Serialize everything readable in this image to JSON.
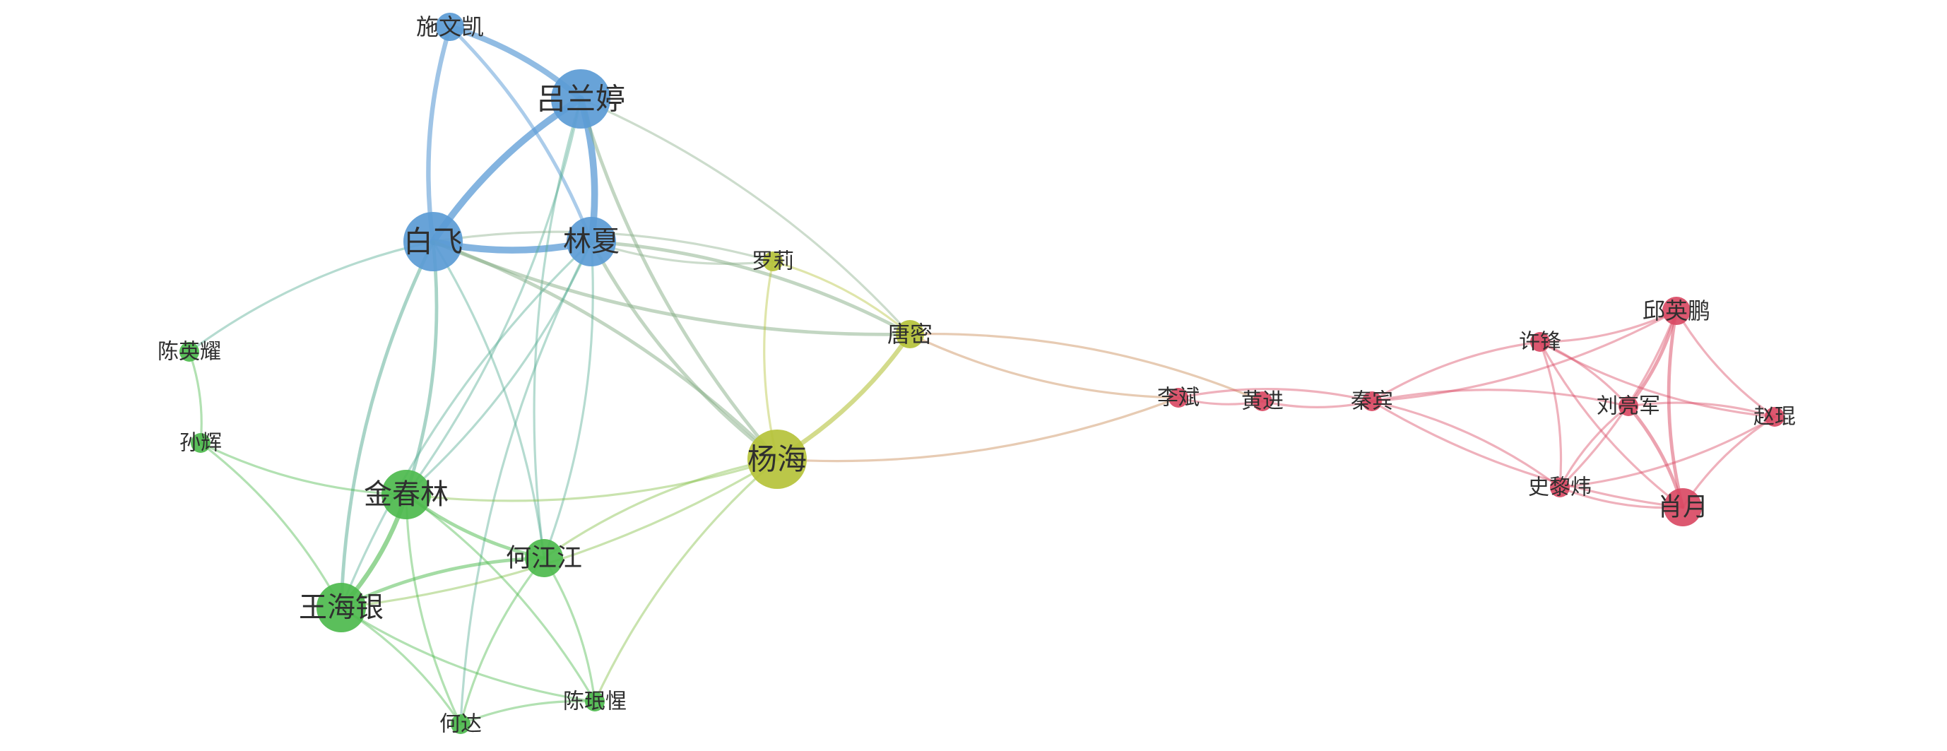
{
  "graph": {
    "groups": {
      "blue": "#5b9bd5",
      "yellow": "#b5c23a",
      "green": "#4dba4d",
      "red": "#d94a64"
    },
    "nodes": [
      {
        "id": "shi",
        "label": "施文凯",
        "group": "blue",
        "weight": 2
      },
      {
        "id": "lv",
        "label": "吕兰婷",
        "group": "blue",
        "weight": 5
      },
      {
        "id": "bai",
        "label": "白飞",
        "group": "blue",
        "weight": 5
      },
      {
        "id": "lin",
        "label": "林夏",
        "group": "blue",
        "weight": 4
      },
      {
        "id": "luo",
        "label": "罗莉",
        "group": "yellow",
        "weight": 1
      },
      {
        "id": "tang",
        "label": "唐密",
        "group": "yellow",
        "weight": 2
      },
      {
        "id": "yang",
        "label": "杨海",
        "group": "yellow",
        "weight": 5
      },
      {
        "id": "chenying",
        "label": "陈英耀",
        "group": "green",
        "weight": 1
      },
      {
        "id": "sun",
        "label": "孙辉",
        "group": "green",
        "weight": 1
      },
      {
        "id": "jin",
        "label": "金春林",
        "group": "green",
        "weight": 4
      },
      {
        "id": "he",
        "label": "何江江",
        "group": "green",
        "weight": 3
      },
      {
        "id": "wang",
        "label": "王海银",
        "group": "green",
        "weight": 4
      },
      {
        "id": "heda",
        "label": "何达",
        "group": "green",
        "weight": 1
      },
      {
        "id": "chenmin",
        "label": "陈珉惺",
        "group": "green",
        "weight": 1
      },
      {
        "id": "li",
        "label": "李斌",
        "group": "red",
        "weight": 1
      },
      {
        "id": "huang",
        "label": "黄进",
        "group": "red",
        "weight": 1
      },
      {
        "id": "qin",
        "label": "秦宾",
        "group": "red",
        "weight": 1
      },
      {
        "id": "xu",
        "label": "许锋",
        "group": "red",
        "weight": 1
      },
      {
        "id": "qiu",
        "label": "邱英鹏",
        "group": "red",
        "weight": 2
      },
      {
        "id": "liu",
        "label": "刘亮军",
        "group": "red",
        "weight": 1
      },
      {
        "id": "zhao",
        "label": "赵琨",
        "group": "red",
        "weight": 1
      },
      {
        "id": "shis",
        "label": "史黎炜",
        "group": "red",
        "weight": 1
      },
      {
        "id": "xiao",
        "label": "肖月",
        "group": "red",
        "weight": 3
      }
    ],
    "edges": [
      [
        "shi",
        "lv",
        4
      ],
      [
        "shi",
        "bai",
        3
      ],
      [
        "shi",
        "lin",
        2
      ],
      [
        "lv",
        "bai",
        5
      ],
      [
        "lv",
        "lin",
        5
      ],
      [
        "bai",
        "lin",
        5
      ],
      [
        "lv",
        "tang",
        1
      ],
      [
        "lv",
        "yang",
        2
      ],
      [
        "lv",
        "jin",
        1
      ],
      [
        "lv",
        "he",
        1
      ],
      [
        "bai",
        "luo",
        1
      ],
      [
        "bai",
        "tang",
        2
      ],
      [
        "bai",
        "yang",
        2
      ],
      [
        "bai",
        "chenying",
        1
      ],
      [
        "bai",
        "jin",
        2
      ],
      [
        "bai",
        "wang",
        2
      ],
      [
        "bai",
        "he",
        1
      ],
      [
        "lin",
        "luo",
        1
      ],
      [
        "lin",
        "tang",
        2
      ],
      [
        "lin",
        "yang",
        2
      ],
      [
        "lin",
        "jin",
        1
      ],
      [
        "lin",
        "wang",
        1
      ],
      [
        "lin",
        "he",
        1
      ],
      [
        "lin",
        "heda",
        1
      ],
      [
        "luo",
        "tang",
        1
      ],
      [
        "luo",
        "yang",
        1
      ],
      [
        "tang",
        "yang",
        3
      ],
      [
        "tang",
        "li",
        1
      ],
      [
        "tang",
        "huang",
        1
      ],
      [
        "yang",
        "li",
        1
      ],
      [
        "yang",
        "jin",
        1
      ],
      [
        "yang",
        "he",
        1
      ],
      [
        "yang",
        "wang",
        1
      ],
      [
        "yang",
        "chenmin",
        1
      ],
      [
        "chenying",
        "sun",
        1
      ],
      [
        "sun",
        "jin",
        1
      ],
      [
        "sun",
        "wang",
        1
      ],
      [
        "jin",
        "he",
        2
      ],
      [
        "jin",
        "wang",
        3
      ],
      [
        "jin",
        "heda",
        1
      ],
      [
        "jin",
        "chenmin",
        1
      ],
      [
        "he",
        "wang",
        2
      ],
      [
        "he",
        "chenmin",
        1
      ],
      [
        "he",
        "heda",
        1
      ],
      [
        "wang",
        "heda",
        1
      ],
      [
        "wang",
        "chenmin",
        1
      ],
      [
        "heda",
        "chenmin",
        1
      ],
      [
        "li",
        "huang",
        1
      ],
      [
        "li",
        "qin",
        1
      ],
      [
        "huang",
        "qin",
        1
      ],
      [
        "qin",
        "xu",
        1
      ],
      [
        "qin",
        "qiu",
        1
      ],
      [
        "qin",
        "liu",
        1
      ],
      [
        "qin",
        "xiao",
        1
      ],
      [
        "qin",
        "shis",
        1
      ],
      [
        "xu",
        "qiu",
        1
      ],
      [
        "xu",
        "liu",
        1
      ],
      [
        "xu",
        "zhao",
        1
      ],
      [
        "xu",
        "shis",
        1
      ],
      [
        "xu",
        "xiao",
        1
      ],
      [
        "qiu",
        "liu",
        2
      ],
      [
        "qiu",
        "zhao",
        1
      ],
      [
        "qiu",
        "shis",
        1
      ],
      [
        "qiu",
        "xiao",
        2
      ],
      [
        "liu",
        "zhao",
        1
      ],
      [
        "liu",
        "shis",
        1
      ],
      [
        "liu",
        "xiao",
        2
      ],
      [
        "zhao",
        "xiao",
        1
      ],
      [
        "zhao",
        "shis",
        1
      ],
      [
        "shis",
        "xiao",
        1
      ]
    ]
  }
}
